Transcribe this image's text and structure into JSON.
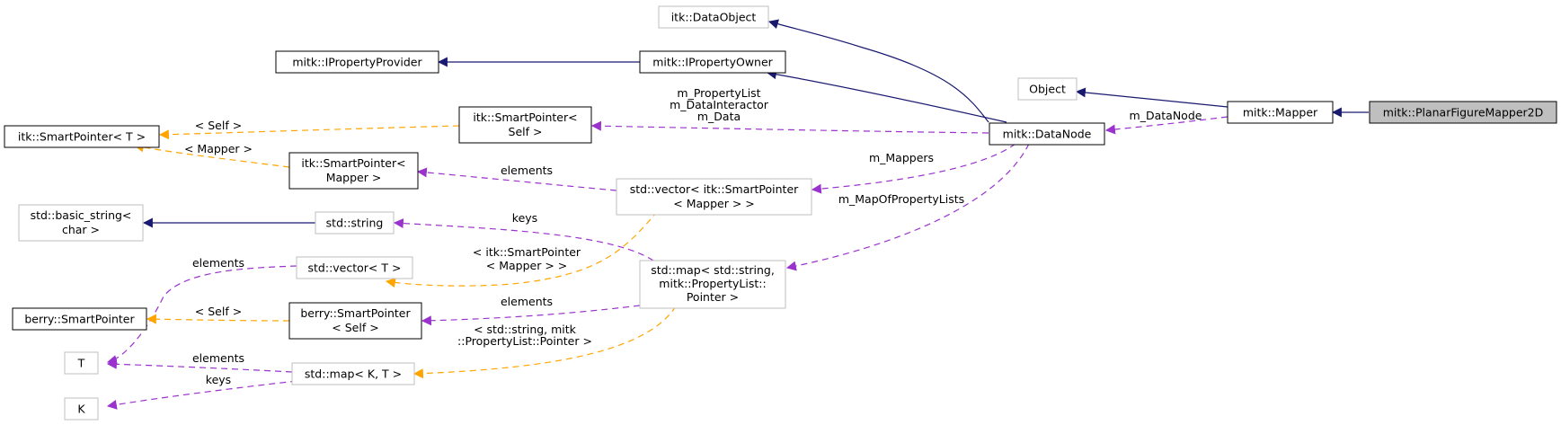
{
  "colors": {
    "inheritance": "#191970",
    "usage": "#9a32cd",
    "template": "#ffa500",
    "node_border_doc": "#000000",
    "node_border_undoc": "#bfbfbf",
    "focus_fill": "#bfbfbf"
  },
  "nodes": {
    "planar_figure_mapper": [
      "mitk::PlanarFigureMapper2D"
    ],
    "mapper": [
      "mitk::Mapper"
    ],
    "object": [
      "Object"
    ],
    "data_node": [
      "mitk::DataNode"
    ],
    "data_object": [
      "itk::DataObject"
    ],
    "iproperty_owner": [
      "mitk::IPropertyOwner"
    ],
    "iproperty_provider": [
      "mitk::IPropertyProvider"
    ],
    "itk_sp_self": [
      "itk::SmartPointer<",
      "Self >"
    ],
    "itk_sp_t": [
      "itk::SmartPointer< T >"
    ],
    "itk_sp_mapper": [
      "itk::SmartPointer<",
      "Mapper >"
    ],
    "vector_sp_mapper": [
      "std::vector< itk::SmartPointer",
      "< Mapper > >"
    ],
    "basic_string": [
      "std::basic_string<",
      "char >"
    ],
    "std_string": [
      "std::string"
    ],
    "vector_t": [
      "std::vector< T >"
    ],
    "map_string_pl": [
      "std::map< std::string,",
      "mitk::PropertyList::",
      "Pointer >"
    ],
    "berry_sp": [
      "berry::SmartPointer"
    ],
    "berry_sp_self": [
      "berry::SmartPointer",
      "< Self >"
    ],
    "t": [
      "T"
    ],
    "map_kt": [
      "std::map< K, T >"
    ],
    "k": [
      "K"
    ]
  },
  "edge_labels": {
    "m_datanode": [
      "m_DataNode"
    ],
    "property_members": [
      "m_PropertyList",
      "m_DataInteractor",
      "m_Data"
    ],
    "m_mappers": [
      "m_Mappers"
    ],
    "m_map_of_property_lists": [
      "m_MapOfPropertyLists"
    ],
    "self_1": [
      "< Self >"
    ],
    "mapper_tpl": [
      "< Mapper >"
    ],
    "elements_1": [
      "elements"
    ],
    "keys_1": [
      "keys"
    ],
    "itk_sp_mapper_tpl": [
      "< itk::SmartPointer",
      "< Mapper > >"
    ],
    "elements_2": [
      "elements"
    ],
    "elements_3": [
      "elements"
    ],
    "self_2": [
      "< Self >"
    ],
    "string_pl_tpl": [
      "< std::string, mitk",
      "::PropertyList::Pointer >"
    ],
    "elements_4": [
      "elements"
    ],
    "keys_2": [
      "keys"
    ]
  }
}
